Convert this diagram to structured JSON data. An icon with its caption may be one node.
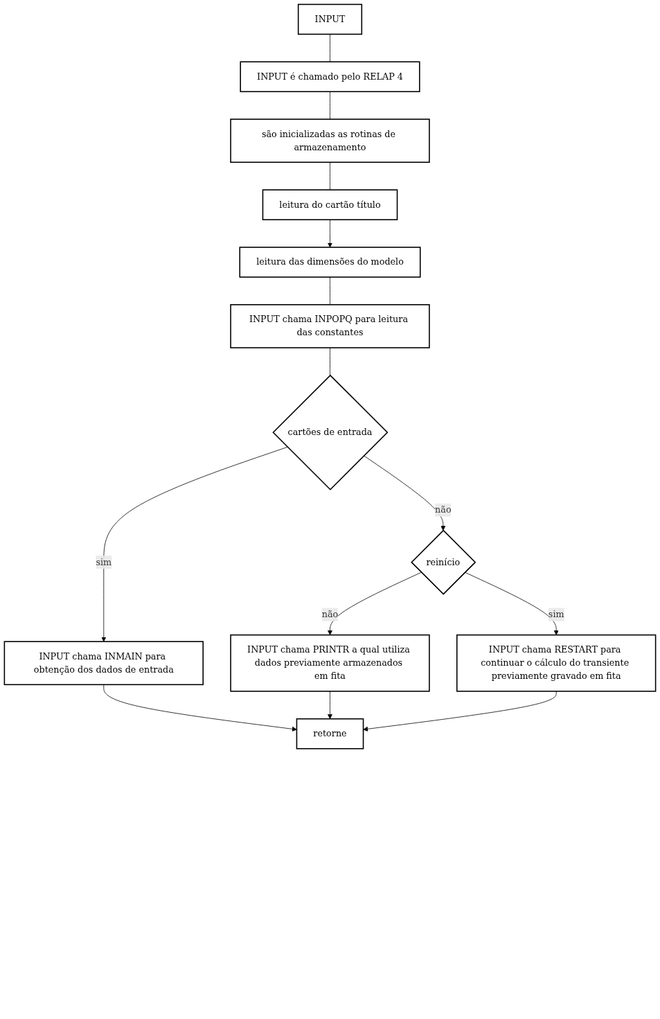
{
  "diagram": {
    "nodes": [
      {
        "text": [
          "INPUT"
        ]
      },
      {
        "text": [
          "INPUT é chamado pelo RELAP 4"
        ]
      },
      {
        "text": [
          "são inicializadas as rotinas de armazenamento"
        ]
      },
      {
        "text": [
          "leitura do cartão título"
        ]
      },
      {
        "text": [
          "leitura das dimensões do modelo"
        ]
      },
      {
        "text": [
          "INPUT chama INPOPQ para leitura das constantes"
        ]
      },
      {
        "text": [
          "cartões de entrada"
        ]
      },
      {
        "text": [
          "INPUT chama INMAIN para obtenção dos dados de entrada"
        ]
      },
      {
        "text": [
          "reinício"
        ]
      },
      {
        "text": [
          "INPUT chama PRINTR a qual utiliza dados previamente armazenados em fita"
        ]
      },
      {
        "text": [
          "INPUT chama RESTART para continuar o cálculo do transiente previamente gravado em fita"
        ]
      },
      {
        "text": [
          "retorne"
        ]
      }
    ],
    "edges": [
      {
        "from": 0,
        "to": 1,
        "arrow": "none"
      },
      {
        "from": 1,
        "to": 2,
        "arrow": "none"
      },
      {
        "from": 2,
        "to": 3,
        "arrow": "none"
      },
      {
        "from": 3,
        "to": 4,
        "arrow": "to"
      },
      {
        "from": 4,
        "to": 5,
        "arrow": "none"
      },
      {
        "from": 5,
        "to": 6,
        "arrow": "none"
      },
      {
        "from": 6,
        "to": 7,
        "arrow": "to",
        "label": "sim"
      },
      {
        "from": 6,
        "to": 8,
        "arrow": "to",
        "label": "não"
      },
      {
        "from": 8,
        "to": 9,
        "arrow": "to",
        "label": "não"
      },
      {
        "from": 8,
        "to": 10,
        "arrow": "to",
        "label": "sim"
      },
      {
        "from": 7,
        "to": 11,
        "arrow": "to"
      },
      {
        "from": 9,
        "to": 11,
        "arrow": "to"
      },
      {
        "from": 10,
        "to": 11,
        "arrow": "to"
      }
    ]
  }
}
